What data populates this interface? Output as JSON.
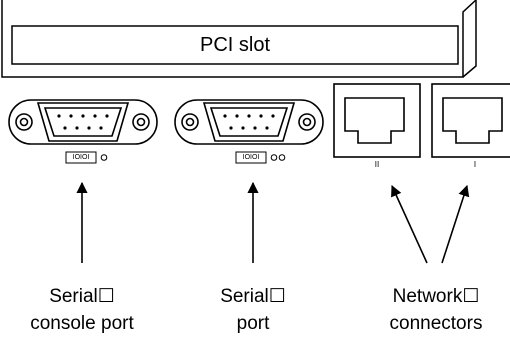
{
  "pci_slot": {
    "label": "PCI slot"
  },
  "callouts": {
    "serial_console": {
      "line1": "Serial☐",
      "line2": "console port"
    },
    "serial": {
      "line1": "Serial☐",
      "line2": "port"
    },
    "network": {
      "line1": "Network☐",
      "line2": "connectors"
    }
  },
  "port_markings": {
    "console_led": "IOIOI",
    "serial_led": "IOIOI",
    "network_left": "II",
    "network_right": "I"
  }
}
